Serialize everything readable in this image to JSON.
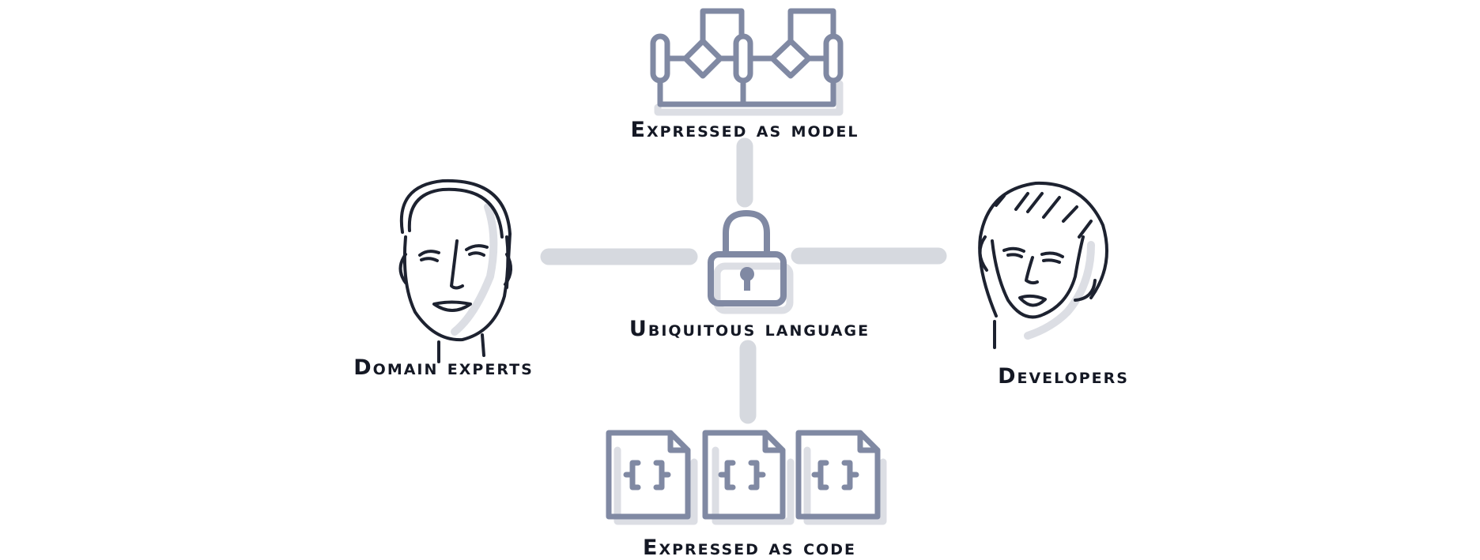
{
  "labels": {
    "model": "Expressed as model",
    "domain_experts": "Domain experts",
    "ubiquitous_language": "Ubiquitous language",
    "developers": "Developers",
    "code": "Expressed as code"
  },
  "icons": {
    "model": "entity-relationship-diagram-icon",
    "center": "padlock-icon",
    "code": "code-file-icon",
    "domain_experts": "man-face-portrait",
    "developers": "woman-face-portrait"
  },
  "colors": {
    "ink": "#1d2230",
    "icon_grey": "#8089a3",
    "connector": "#d6d9df",
    "shadow": "#dcdee4",
    "background": "#ffffff"
  }
}
